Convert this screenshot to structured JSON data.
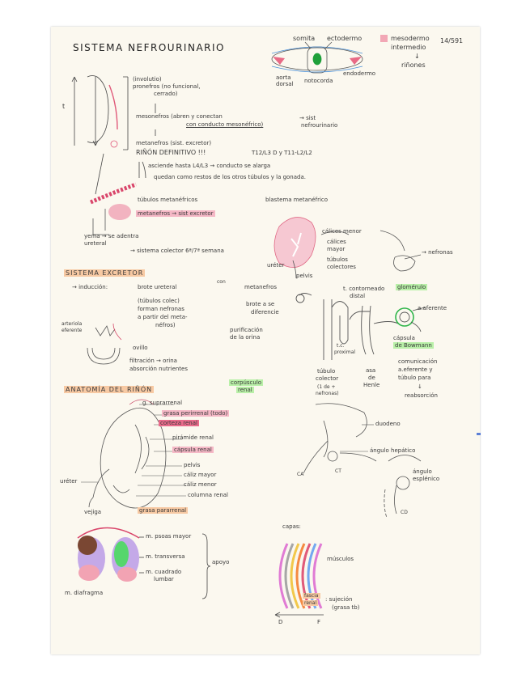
{
  "page": {
    "title": "SISTEMA NEFROURINARIO",
    "embryo": {
      "somita": "somita",
      "ectodermo": "ectodermo",
      "mesodermo": "mesodermo",
      "intermedio": "intermedio",
      "year": "14/591",
      "arrow_rinones": "↓",
      "rinones": "riñones",
      "aorta": "aorta",
      "dorsal": "dorsal",
      "notocorda": "notocorda",
      "endodermo": "endodermo"
    },
    "development": {
      "pronefros_1": "(involutio)",
      "pronefros_2": "pronefros (no funcional,",
      "pronefros_3": "cerrado)",
      "mesonefros_1": "mesonefros (abren y conectan",
      "mesonefros_2": "con conducto mesonéfrico)",
      "mesonefros_3": "→ sist",
      "mesonefros_4": "nefrourinario",
      "metanefros_1": "metanefros (sist. excretor)",
      "metanefros_2": "RIÑÓN DEFINITIVO !!!",
      "levels": "T12/L3 D y T11-L2/L2",
      "ascends": "asciende hasta L4/L3 → conducto se alarga",
      "remains": "quedan como restos de los otros túbulos y la gonada.",
      "t_label": "t"
    },
    "metanephric": {
      "tubulos": "túbulos metanéfricos",
      "metanefros": "metanefros → sist excretor",
      "blastema": "blastema metanéfrico",
      "yema_1": "yema → se adentra",
      "yema_2": "ureteral",
      "sistema_colector": "→ sistema colector 6ª/7ª semana",
      "calices_menor": "cálices menor",
      "calices_mayor_1": "cálices",
      "calices_mayor_2": "mayor",
      "tubulos_colectores_1": "túbulos",
      "tubulos_colectores_2": "colectores",
      "ureter": "uréter",
      "pelvis": "pelvis",
      "nefronas": "→ nefronas"
    },
    "excretor": {
      "header": "SISTEMA EXCRETOR",
      "induccion": "→ inducción:",
      "brote_ureteral": "brote ureteral",
      "con": "con",
      "metanefros": "metanefros",
      "tubulos_1": "(túbulos colec)",
      "tubulos_2": "forman nefronas",
      "tubulos_3": "a partir del meta-",
      "tubulos_4": "néfros)",
      "brote_1": "brote a se",
      "brote_2": "diferencie",
      "purificacion_1": "purificación",
      "purificacion_2": "de la orina",
      "arteriola_1": "arteriola",
      "arteriola_2": "eferente",
      "ovillo": "ovillo",
      "filtracion_1": "filtración → orina",
      "filtracion_2": "absorción nutrientes",
      "t_contorneado_1": "t. contorneado",
      "t_contorneado_2": "distal",
      "glomerulo": "glomérulo",
      "a_aferente": "a.aferente",
      "capsula_1": "cápsula",
      "capsula_2": "de Bowmann",
      "t_proximal_1": "t.c.",
      "t_proximal_2": "proximal",
      "tubulo_1": "túbulo",
      "tubulo_2": "colector",
      "tubulo_3": "(1 de +",
      "tubulo_4": "nefronas)",
      "asa_1": "asa",
      "asa_2": "de",
      "asa_3": "Henle",
      "comunicacion_1": "comunicación",
      "comunicacion_2": "a.eferente y",
      "comunicacion_3": "túbulo para",
      "comunicacion_4": "↓",
      "comunicacion_5": "reabsorción",
      "corpusculo_1": "corpúsculo",
      "corpusculo_2": "renal"
    },
    "anatomy": {
      "header": "ANATOMÍA DEL RIÑÓN",
      "g_suprarrenal": "g. suprarrenal",
      "grasa_perirrenal": "grasa perirrenal (todo)",
      "corteza": "corteza renal",
      "piramide": "pirámide renal",
      "capsula": "cápsula renal",
      "pelvis": "pelvis",
      "caliz_mayor": "cáliz mayor",
      "caliz_menor": "cáliz menor",
      "columna": "columna renal",
      "ureter": "uréter",
      "vejiga": "vejiga",
      "grasa_pararrenal": "grasa pararrenal",
      "duodeno": "duodeno",
      "angulo_hepatico": "ángulo hepático",
      "angulo_esplenico_1": "ángulo",
      "angulo_esplenico_2": "esplénico",
      "ca": "CA",
      "ct": "CT",
      "cd": "CD"
    },
    "support": {
      "psoas": "m. psoas mayor",
      "transversa": "m. transversa",
      "cuadrado_1": "m. cuadrado",
      "cuadrado_2": "lumbar",
      "apoyo": "apoyo",
      "diafragma": "m. diafragma",
      "capas": "capas:",
      "musculos": "músculos",
      "fascia_1": "fascia",
      "fascia_2": "renal",
      "sujecion_1": ": sujeción",
      "sujecion_2": "(grasa tb)",
      "d": "D",
      "f": "F"
    }
  }
}
